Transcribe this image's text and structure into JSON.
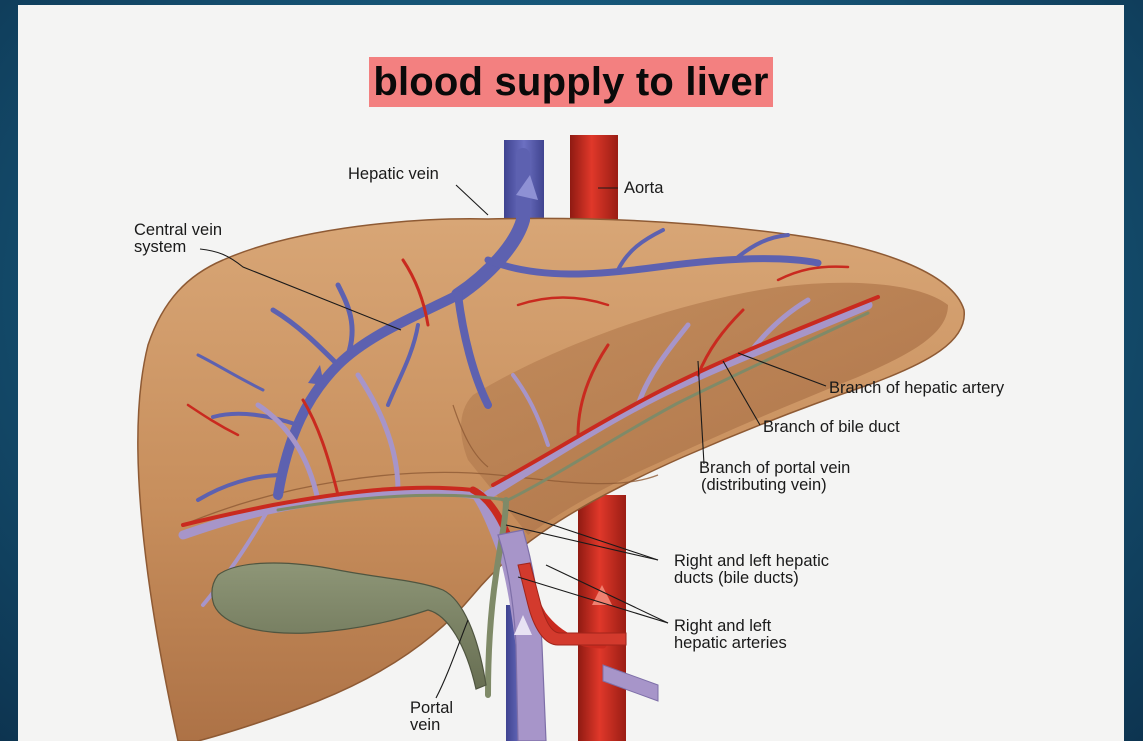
{
  "title": "blood supply to liver",
  "labels": {
    "hepatic_vein": "Hepatic vein",
    "aorta": "Aorta",
    "central_vein_line1": "Central vein",
    "central_vein_line2": "system",
    "branch_hepatic_artery": "Branch of hepatic artery",
    "branch_bile_duct": "Branch of bile duct",
    "branch_portal_vein_line1": "Branch of portal vein",
    "branch_portal_vein_line2": "(distributing vein)",
    "hepatic_ducts_line1": "Right and left hepatic",
    "hepatic_ducts_line2": "ducts (bile ducts)",
    "hepatic_arteries_line1": "Right and left",
    "hepatic_arteries_line2": "hepatic arteries",
    "portal_vein_line1": "Portal",
    "portal_vein_line2": "vein"
  },
  "colors": {
    "background": "#17587a",
    "panel": "#f4f4f3",
    "title_highlight": "#f38080",
    "liver": "#c9915f",
    "vein_blue": "#5d61b0",
    "portal_lavender": "#a795c9",
    "artery_red": "#c92a1f",
    "bile_green": "#7f8a68"
  }
}
